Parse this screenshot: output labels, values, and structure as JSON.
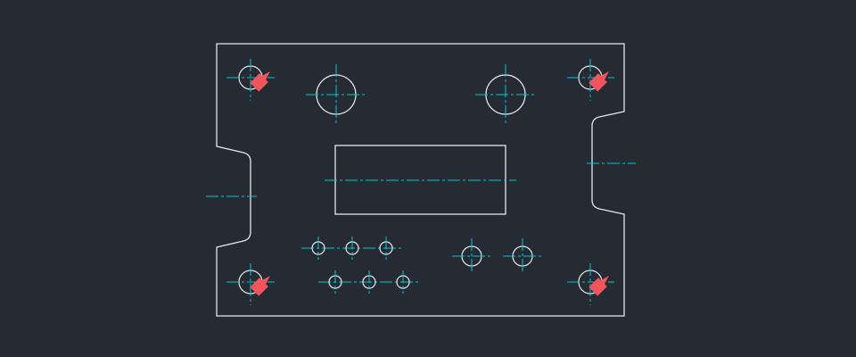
{
  "drawing": {
    "background_color": "#252a33",
    "outline_color": "#e6e9ee",
    "centerline_color": "#00c8d2",
    "marker_color": "#f2545b",
    "marker_icon": "red-arrow-icon",
    "text": []
  },
  "counts": {
    "corner_holes": 4,
    "large_holes": 2,
    "small_holes": 8,
    "side_notches": 2,
    "center_slots": 1,
    "pointer_arrows": 4
  }
}
